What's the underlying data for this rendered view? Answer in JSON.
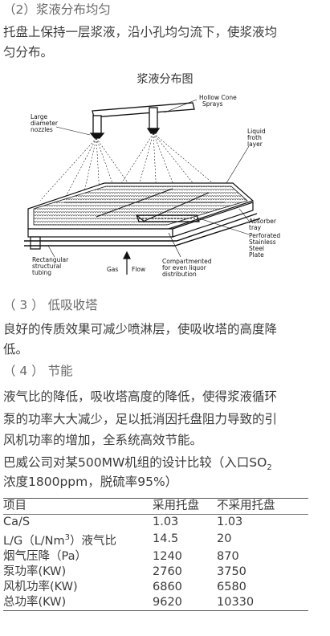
{
  "section2": {
    "heading": "（2）浆液分布均匀",
    "para_line1": "托盘上保持一层浆液，沿小孔均匀流下，使浆液均",
    "para_line2": "匀分布。"
  },
  "figure": {
    "caption": "浆液分布图",
    "labels": {
      "large1": "Large",
      "large2": "diameter",
      "large3": "nozzles",
      "hollow1": "Hollow Cone",
      "hollow2": "Sprays",
      "liquid1": "Liquid",
      "liquid2": "froth",
      "liquid3": "layer",
      "absorber1": "Absorber",
      "absorber2": "tray",
      "perf1": "Perforated",
      "perf2": "Stainless",
      "perf3": "Steel",
      "perf4": "Plate",
      "rect1": "Rectangular",
      "rect2": "structural",
      "rect3": "tubing",
      "gas": "Gas",
      "flow": "Flow",
      "comp1": "Compartmented",
      "comp2": "for even liquor",
      "comp3": "distribution"
    }
  },
  "section3": {
    "heading": "（ 3 ） 低吸收塔",
    "para_line1": "良好的传质效果可减少喷淋层，使吸收塔的高度降",
    "para_line2": "低。"
  },
  "section4": {
    "heading": "（ 4 ） 节能",
    "para_line1": "液气比的降低，吸收塔高度的降低，使得浆液循环",
    "para_line2": "泵的功率大大减少，足以抵消因托盘阻力导致的引",
    "para_line3": "风机功率的增加，全系统高效节能。"
  },
  "comparison": {
    "intro_line1_a": "巴威公司对某500MW机组的设计比较（入口SO",
    "intro_line1_sub": "2",
    "intro_line2": "浓度1800ppm，脱硫率95%）",
    "headers": [
      "项目",
      "采用托盘",
      "不采用托盘"
    ],
    "rows": [
      {
        "item": "Ca/S",
        "with_tray": "1.03",
        "without_tray": "1.03"
      },
      {
        "item_a": "L/G（L/Nm",
        "item_sup": "3",
        "item_b": "）液气比",
        "with_tray": "14.5",
        "without_tray": "20"
      },
      {
        "item": "烟气压降（Pa）",
        "with_tray": "1240",
        "without_tray": "870"
      },
      {
        "item": "泵功率(KW)",
        "with_tray": "2760",
        "without_tray": "3750"
      },
      {
        "item": "风机功率(KW)",
        "with_tray": "6860",
        "without_tray": "6580"
      },
      {
        "item": "总功率(KW)",
        "with_tray": "9620",
        "without_tray": "10330"
      }
    ]
  }
}
